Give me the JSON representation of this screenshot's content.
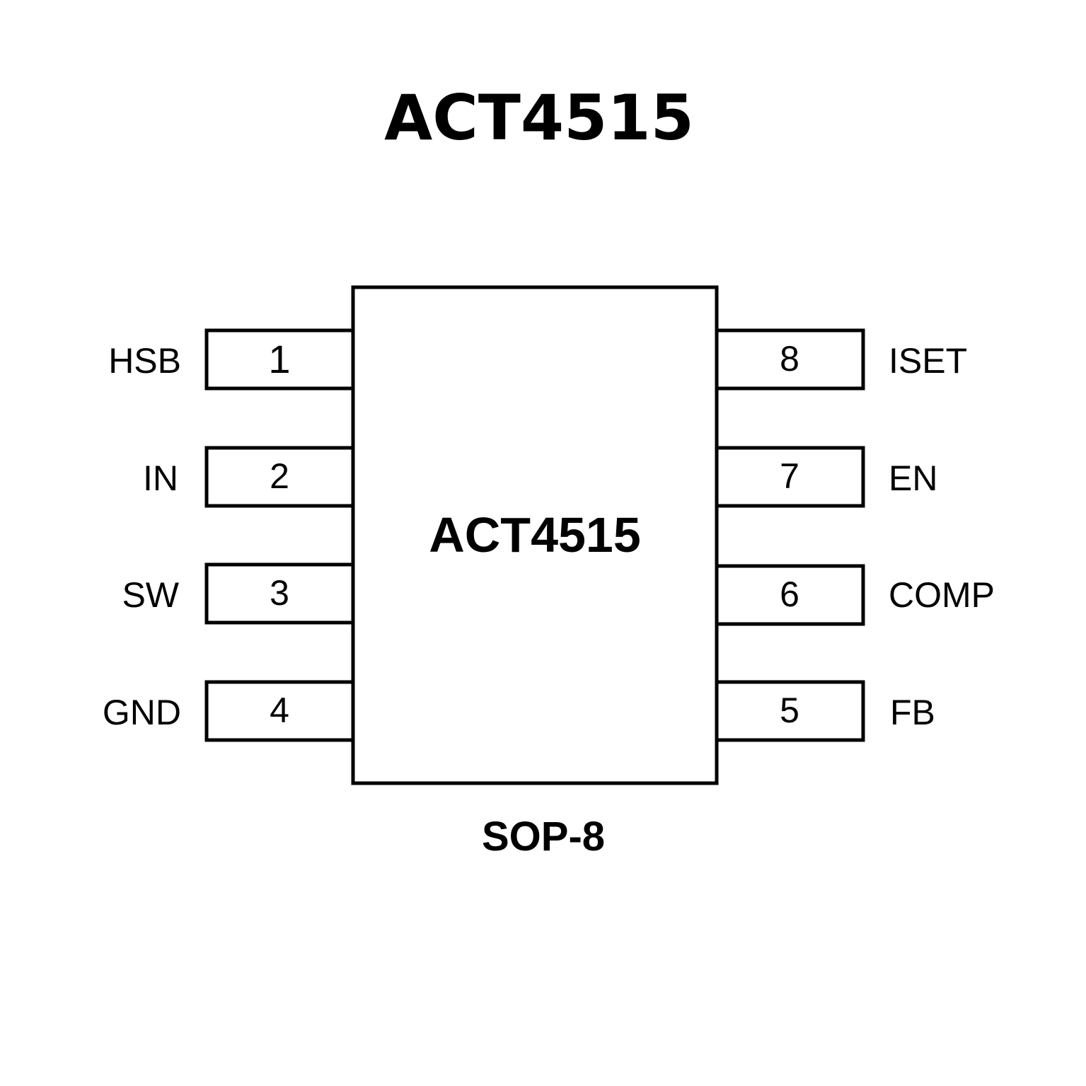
{
  "title": "ACT4515",
  "chip": {
    "label": "ACT4515"
  },
  "package": "SOP-8",
  "pins": {
    "left": [
      {
        "number": "1",
        "name": "HSB"
      },
      {
        "number": "2",
        "name": "IN"
      },
      {
        "number": "3",
        "name": "SW"
      },
      {
        "number": "4",
        "name": "GND"
      }
    ],
    "right": [
      {
        "number": "8",
        "name": "ISET"
      },
      {
        "number": "7",
        "name": "EN"
      },
      {
        "number": "6",
        "name": "COMP"
      },
      {
        "number": "5",
        "name": "FB"
      }
    ]
  },
  "colors": {
    "stroke": "#000000",
    "fill": "#ffffff",
    "text": "#000000"
  }
}
